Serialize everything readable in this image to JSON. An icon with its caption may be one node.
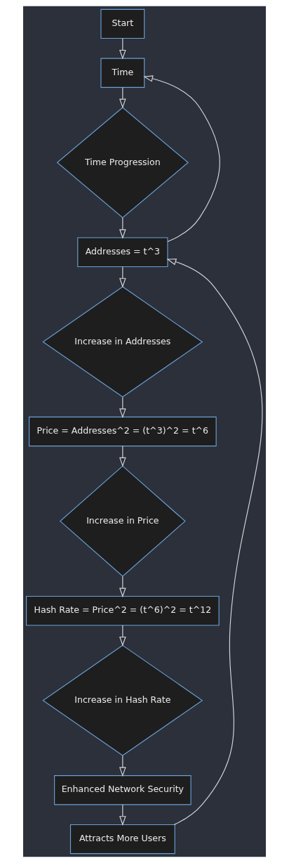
{
  "diagram": {
    "nodes": [
      {
        "text": [
          "Start"
        ]
      },
      {
        "text": [
          "Time"
        ]
      },
      {
        "text": [
          "Time Progression"
        ]
      },
      {
        "text": [
          "Addresses = t^3"
        ]
      },
      {
        "text": [
          "Increase in Addresses"
        ]
      },
      {
        "text": [
          "Price = Addresses^2 = (t^3)^2 = t^6"
        ]
      },
      {
        "text": [
          "Increase in Price"
        ]
      },
      {
        "text": [
          "Hash Rate = Price^2 = (t^6)^2 = t^12"
        ]
      },
      {
        "text": [
          "Increase in Hash Rate"
        ]
      },
      {
        "text": [
          "Enhanced Network Security"
        ]
      },
      {
        "text": [
          "Attracts More Users"
        ]
      }
    ],
    "edges": [
      {
        "from": 0,
        "to": 1,
        "arrow": "to"
      },
      {
        "from": 1,
        "to": 2,
        "arrow": "to"
      },
      {
        "from": 2,
        "to": 3,
        "arrow": "to"
      },
      {
        "from": 3,
        "to": 1,
        "arrow": "to"
      },
      {
        "from": 3,
        "to": 4,
        "arrow": "to"
      },
      {
        "from": 4,
        "to": 5,
        "arrow": "to"
      },
      {
        "from": 5,
        "to": 6,
        "arrow": "to"
      },
      {
        "from": 6,
        "to": 7,
        "arrow": "to"
      },
      {
        "from": 7,
        "to": 8,
        "arrow": "to"
      },
      {
        "from": 8,
        "to": 9,
        "arrow": "to"
      },
      {
        "from": 9,
        "to": 10,
        "arrow": "to"
      },
      {
        "from": 10,
        "to": 3,
        "arrow": "to"
      }
    ]
  }
}
